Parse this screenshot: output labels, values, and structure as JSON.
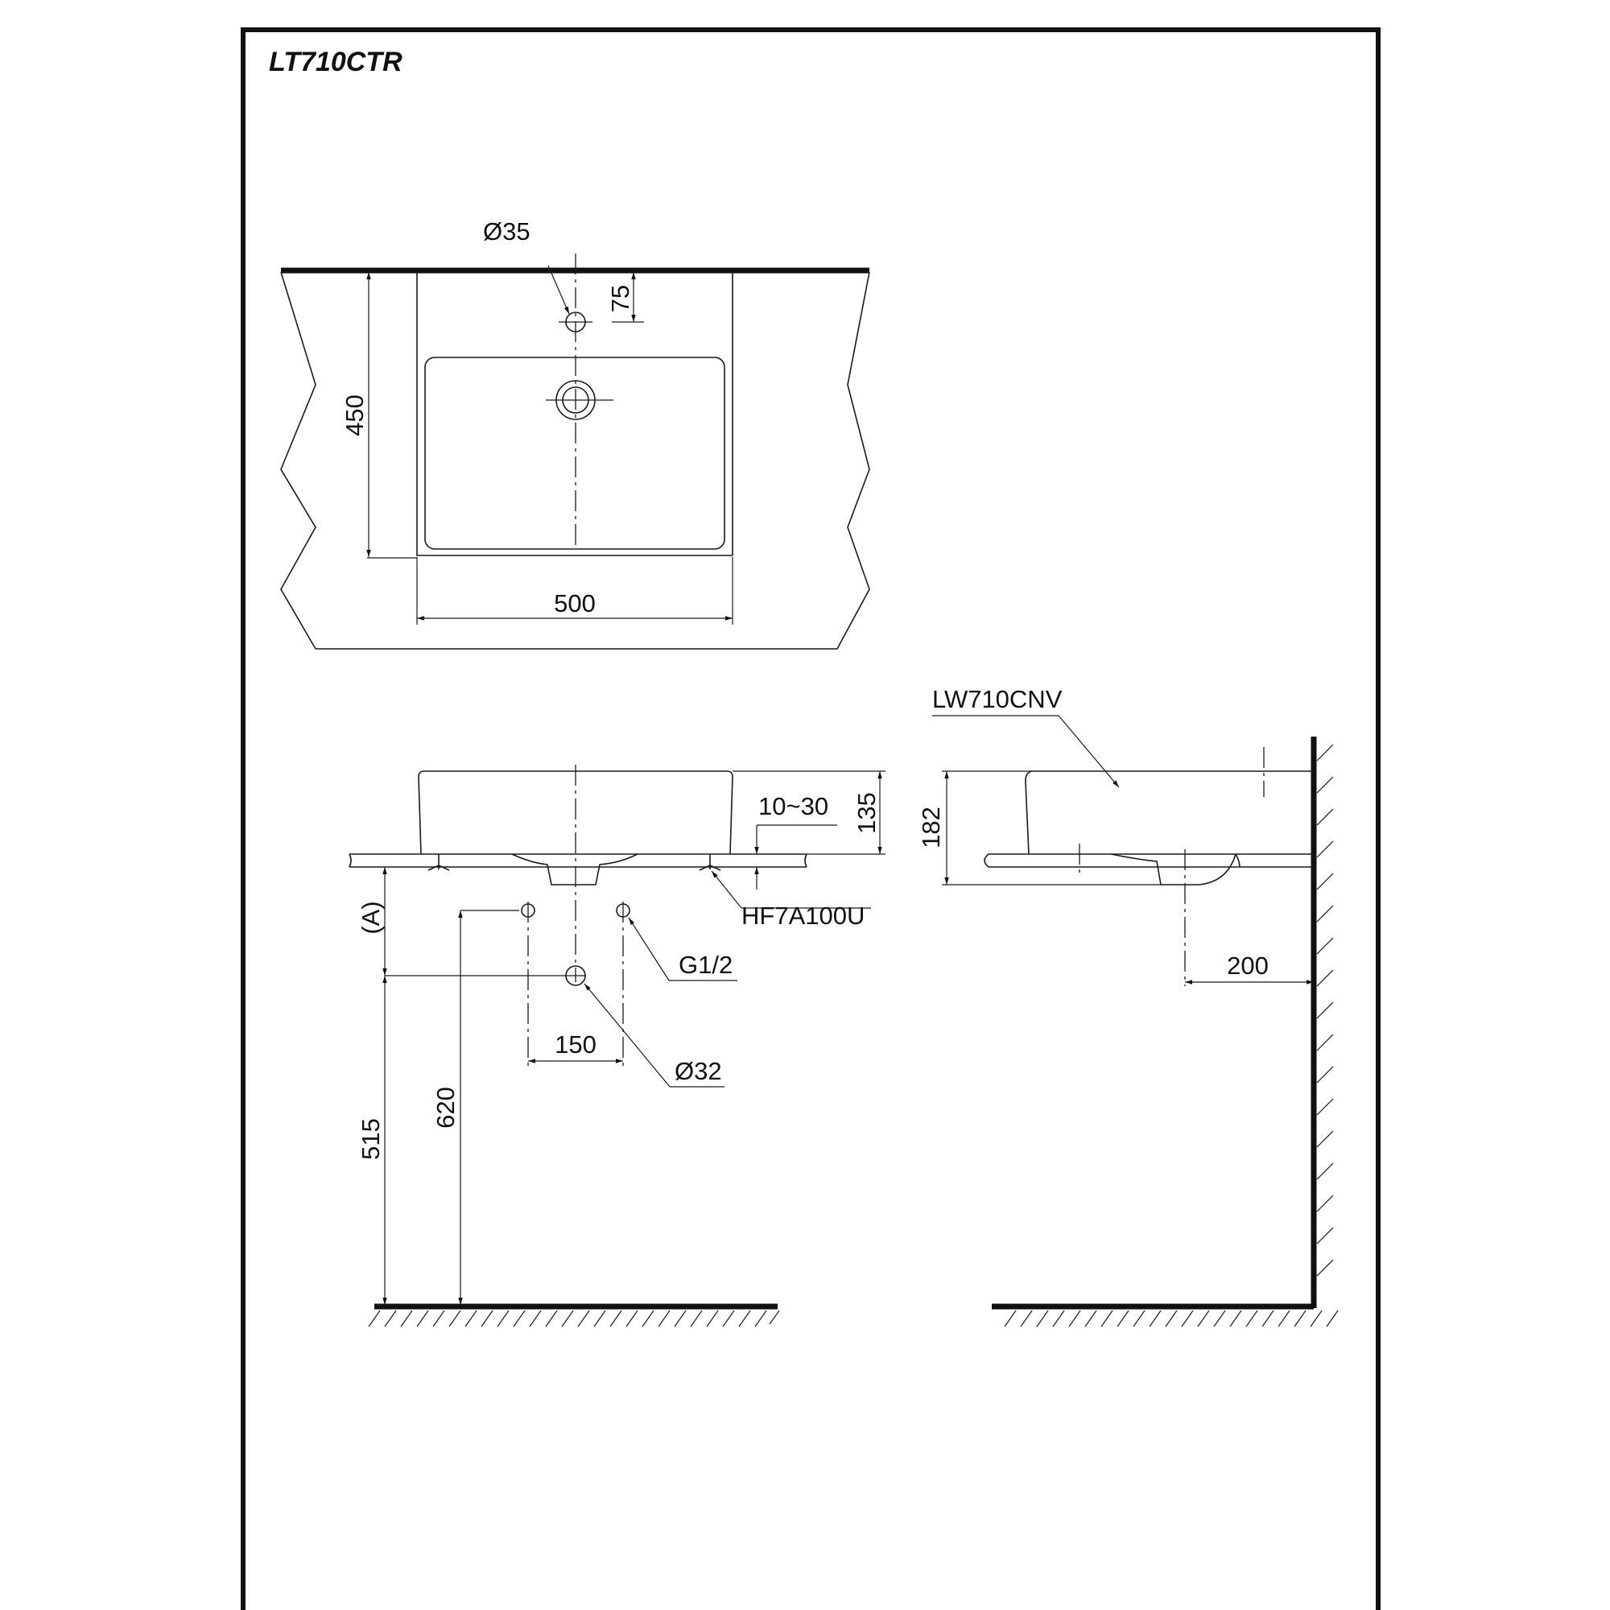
{
  "title": "LT710CTR",
  "labels": {
    "dia_faucet_hole": "Ø35",
    "dim_75": "75",
    "dim_450": "450",
    "dim_500": "500",
    "dim_10_30": "10~30",
    "dim_135": "135",
    "dim_182": "182",
    "model_lw": "LW710CNV",
    "model_hf": "HF7A100U",
    "label_a": "(A)",
    "g_half": "G1/2",
    "dim_150": "150",
    "dia_drain": "Ø32",
    "dim_515": "515",
    "dim_620": "620",
    "dim_200": "200"
  }
}
